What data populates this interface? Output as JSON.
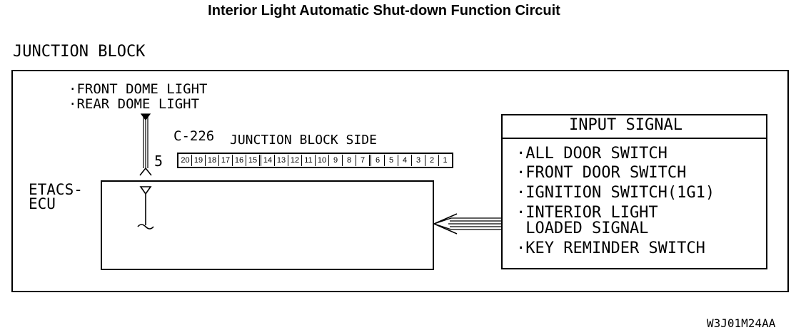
{
  "title": "Interior Light Automatic Shut-down Function Circuit",
  "junction_block": {
    "label": "JUNCTION BLOCK"
  },
  "lights": [
    "·FRONT DOME LIGHT",
    "·REAR DOME LIGHT"
  ],
  "pin_number": "5",
  "connector": {
    "id": "C-226",
    "side_label": "JUNCTION BLOCK SIDE",
    "pins": [
      "20",
      "19",
      "18",
      "17",
      "16",
      "15",
      "14",
      "13",
      "12",
      "11",
      "10",
      "9",
      "8",
      "7",
      "6",
      "5",
      "4",
      "3",
      "2",
      "1"
    ]
  },
  "ecu": {
    "label_line1": "ETACS-",
    "label_line2": "ECU"
  },
  "input_signal": {
    "header": "INPUT SIGNAL",
    "items": [
      "·ALL DOOR SWITCH",
      "·FRONT DOOR SWITCH",
      "·IGNITION SWITCH(1G1)",
      "·INTERIOR LIGHT",
      " LOADED SIGNAL",
      "·KEY REMINDER SWITCH"
    ]
  },
  "figure_code": "W3J01M24AA"
}
